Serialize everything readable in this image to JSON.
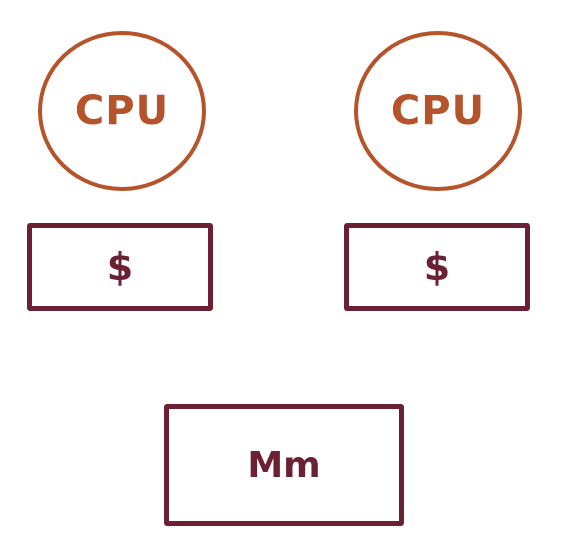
{
  "colors": {
    "cpu": "#b5532a",
    "cache": "#6b2133",
    "memory": "#6b2133",
    "background": "#ffffff"
  },
  "cpus": [
    {
      "label": "CPU"
    },
    {
      "label": "CPU"
    }
  ],
  "caches": [
    {
      "label": "$"
    },
    {
      "label": "$"
    }
  ],
  "memory": {
    "label": "Mm"
  }
}
